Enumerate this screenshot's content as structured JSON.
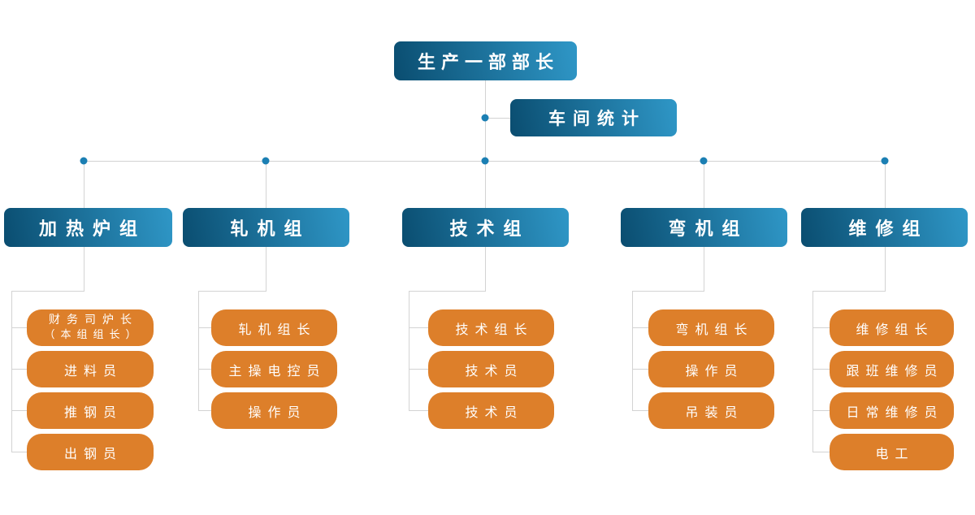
{
  "org": {
    "root": {
      "label": "生产一部部长"
    },
    "assistant": {
      "label": "车间统计"
    },
    "groups": [
      {
        "label": "加热炉组",
        "children": [
          {
            "label": "财务司炉长",
            "sub": "（本组组长）"
          },
          {
            "label": "进料员"
          },
          {
            "label": "推钢员"
          },
          {
            "label": "出钢员"
          }
        ]
      },
      {
        "label": "轧机组",
        "children": [
          {
            "label": "轧机组长"
          },
          {
            "label": "主操电控员"
          },
          {
            "label": "操作员"
          }
        ]
      },
      {
        "label": "技术组",
        "children": [
          {
            "label": "技术组长"
          },
          {
            "label": "技术员"
          },
          {
            "label": "技术员"
          }
        ]
      },
      {
        "label": "弯机组",
        "children": [
          {
            "label": "弯机组长"
          },
          {
            "label": "操作员"
          },
          {
            "label": "吊装员"
          }
        ]
      },
      {
        "label": "维修组",
        "children": [
          {
            "label": "维修组长"
          },
          {
            "label": "跟班维修员"
          },
          {
            "label": "日常维修员"
          },
          {
            "label": "电工"
          }
        ]
      }
    ],
    "colors": {
      "node_gradient_start": "#0a4d70",
      "node_gradient_end": "#2f97c7",
      "role_fill": "#dd7f2a",
      "connector": "#d3d3d3",
      "junction_dot": "#1b7fb3"
    }
  }
}
